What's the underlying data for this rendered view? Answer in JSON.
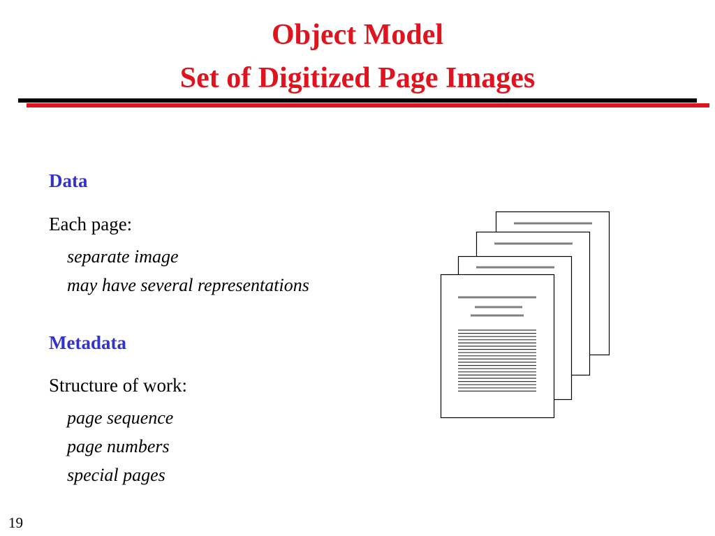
{
  "slide": {
    "title_line1": "Object Model",
    "title_line2": "Set of Digitized Page Images",
    "page_number": "19"
  },
  "colors": {
    "title": "#e0141e",
    "heading": "#3333cc",
    "rule_black": "#000000",
    "rule_red": "#e0141e",
    "page_lines": "#7f7f7f"
  },
  "data_section": {
    "heading": "Data",
    "label": "Each page:",
    "items": [
      "separate image",
      "may have several representations"
    ]
  },
  "metadata_section": {
    "heading": "Metadata",
    "label": "Structure of work:",
    "items": [
      "page sequence",
      "page numbers",
      "special pages"
    ]
  },
  "illustration": {
    "icon": "stacked-pages-icon",
    "page_count": 4
  }
}
